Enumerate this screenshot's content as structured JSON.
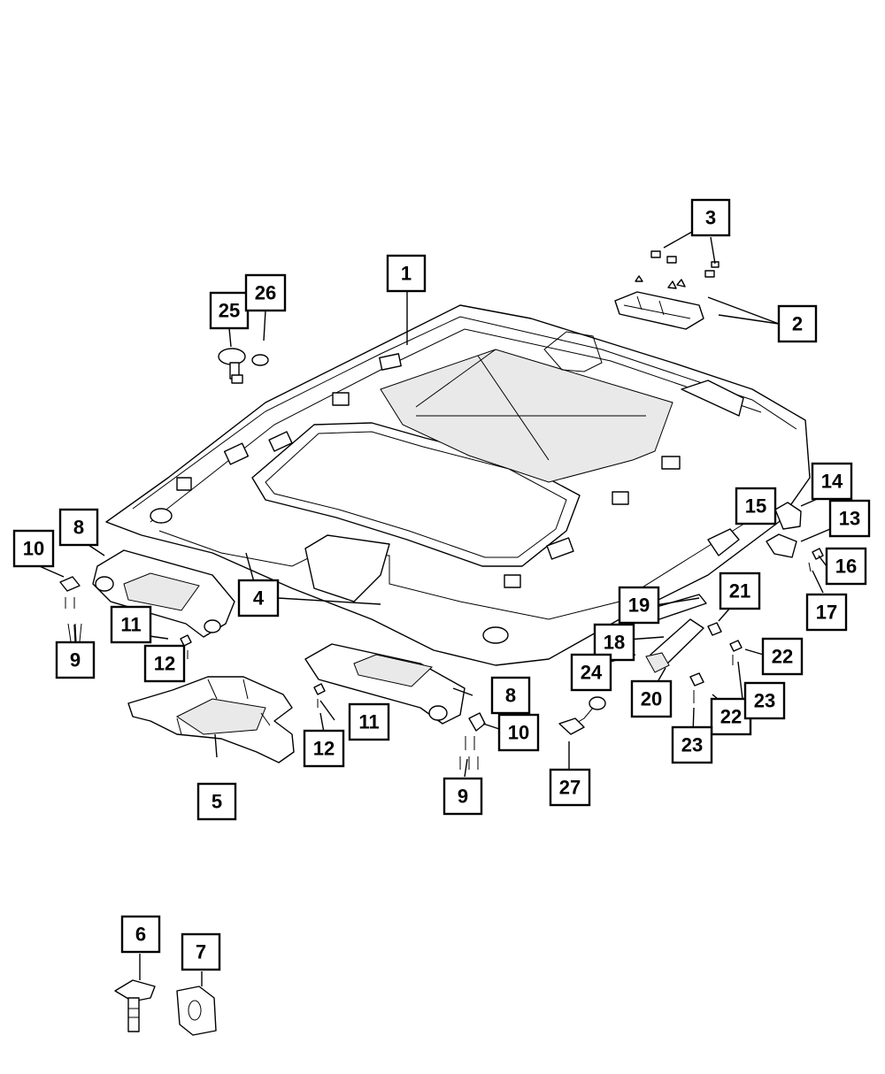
{
  "callouts": {
    "c1": "1",
    "c2": "2",
    "c3": "3",
    "c4": "4",
    "c5": "5",
    "c6": "6",
    "c7": "7",
    "c8a": "8",
    "c8b": "8",
    "c9a": "9",
    "c9b": "9",
    "c10a": "10",
    "c10b": "10",
    "c11a": "11",
    "c11b": "11",
    "c12a": "12",
    "c12b": "12",
    "c13": "13",
    "c14": "14",
    "c15": "15",
    "c16": "16",
    "c17": "17",
    "c18": "18",
    "c19": "19",
    "c20": "20",
    "c21": "21",
    "c22a": "22",
    "c22b": "22",
    "c23a": "23",
    "c23b": "23",
    "c24": "24",
    "c25": "25",
    "c26": "26",
    "c27": "27"
  }
}
